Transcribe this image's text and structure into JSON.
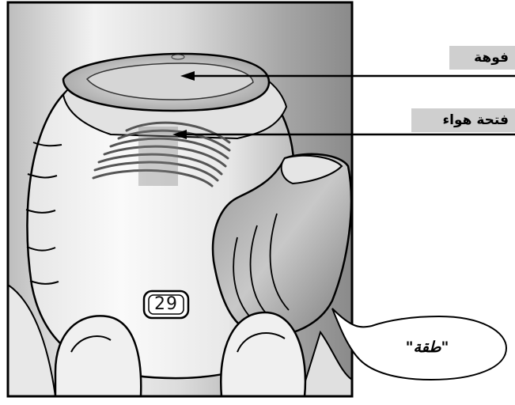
{
  "labels": {
    "mouthpiece": "فوهة",
    "air_vent": "فتحة هواء"
  },
  "bubble": {
    "text": "\"طقة\""
  },
  "dose_counter": {
    "value": "29"
  }
}
